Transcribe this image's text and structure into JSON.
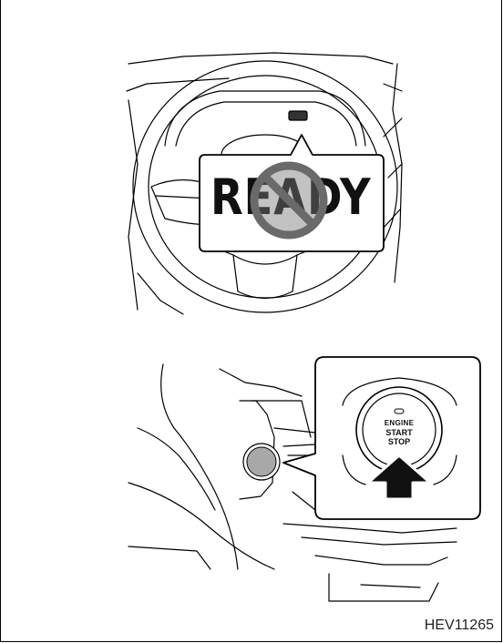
{
  "top_illustration": {
    "indicator_text": "READY",
    "prohibited_icon": "no-symbol-icon"
  },
  "bottom_illustration": {
    "button_line1": "ENGINE",
    "button_line2": "START",
    "button_line3": "STOP",
    "pointer_icon": "up-arrow-icon"
  },
  "figure_code": "HEV11265"
}
